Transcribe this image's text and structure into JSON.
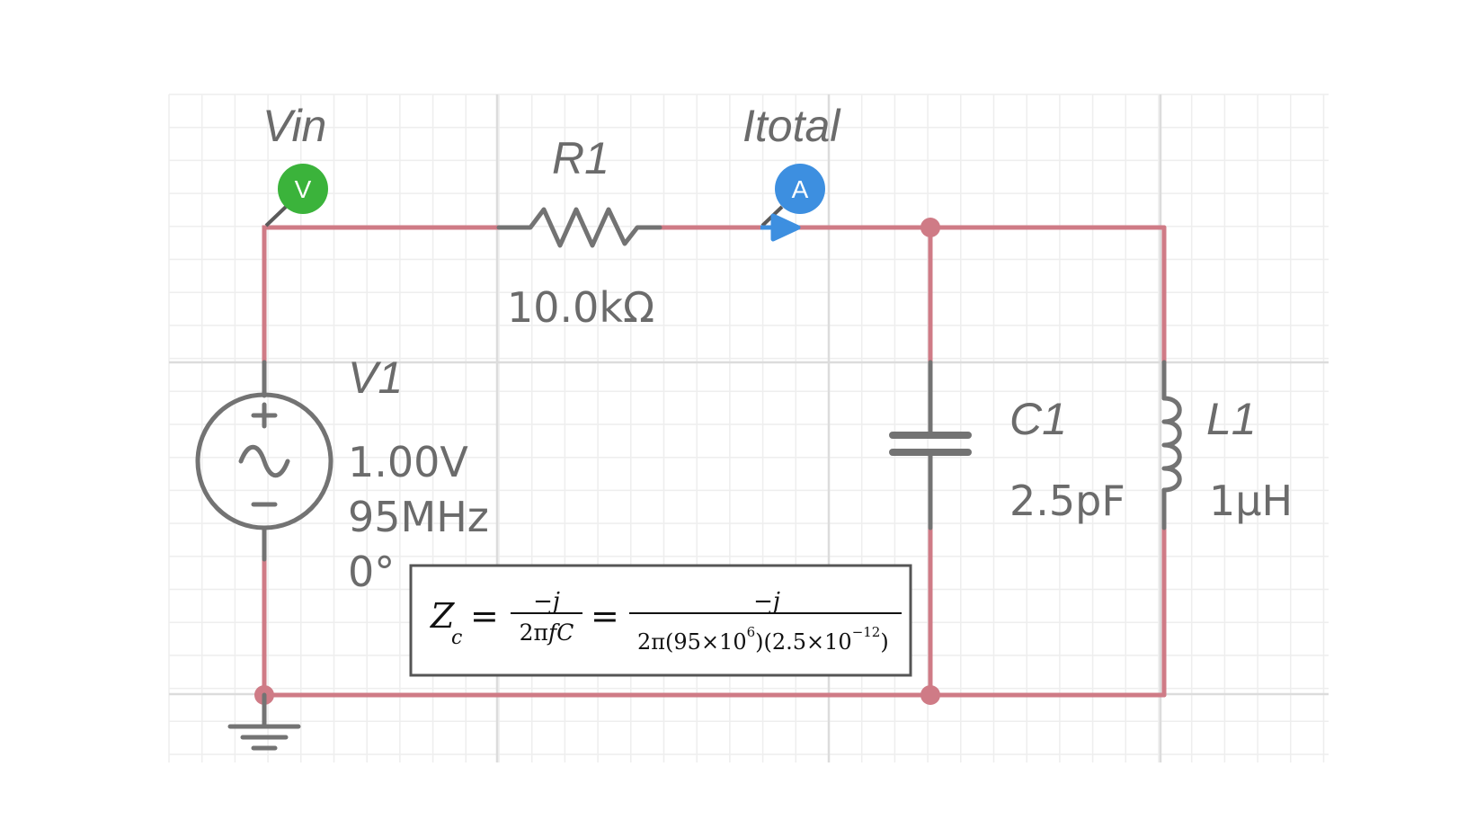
{
  "components": {
    "source": {
      "name": "V1",
      "amplitude": "1.00V",
      "frequency": "95MHz",
      "phase": "0°"
    },
    "resistor": {
      "name": "R1",
      "value": "10.0kΩ"
    },
    "capacitor": {
      "name": "C1",
      "value": "2.5pF"
    },
    "inductor": {
      "name": "L1",
      "value": "1μH"
    }
  },
  "probes": {
    "voltage": {
      "name": "Vin",
      "symbol": "V",
      "color": "#3bb33b"
    },
    "current": {
      "name": "Itotal",
      "symbol": "A",
      "color": "#3d8fe0"
    }
  },
  "equation": {
    "lhs": "Z",
    "lhs_sub": "c",
    "eq": "=",
    "num1": "−j",
    "den1_a": "2π",
    "den1_b": "fC",
    "num2": "−j",
    "den2_a": "2π(95×10",
    "den2_exp1": "6",
    "den2_b": ")(2.5×10",
    "den2_exp2": "−12",
    "den2_c": ")"
  },
  "colors": {
    "wire": "#cf7b86",
    "component": "#737373",
    "grid_minor": "#eeeeee",
    "grid_major": "#dcdcdc"
  }
}
